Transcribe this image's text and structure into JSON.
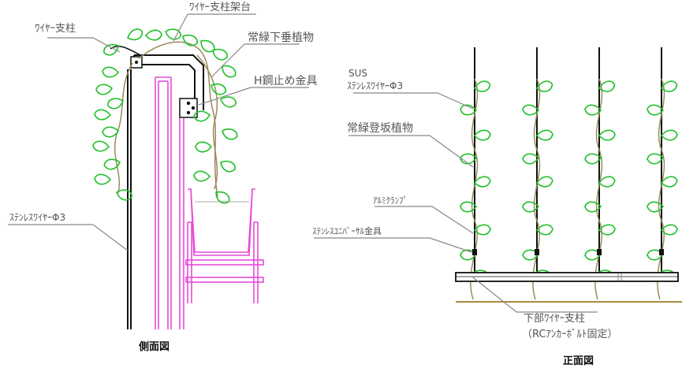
{
  "colors": {
    "leaf": "#22c02a",
    "vine": "#9a8a5a",
    "post": "#111111",
    "steel": "#e64bd8",
    "ground": "#a88a3a",
    "leader": "#888888",
    "label": "#555555"
  },
  "side_view": {
    "labels": {
      "wire_post": "ﾜｲﾔｰ支柱",
      "wire_post_frame": "ﾜｲﾔｰ支柱架台",
      "evergreen_hanging": "常緑下垂植物",
      "h_steel_bracket": "H鋼止め金具",
      "stainless_wire": "ｽﾃﾝﾚｽﾜｲﾔｰΦ3"
    },
    "caption": "側面図"
  },
  "front_view": {
    "labels": {
      "sus": "SUS",
      "stainless_wire": "ｽﾃﾝﾚｽﾜｲﾔｰΦ3",
      "evergreen_climbing": "常緑登坂植物",
      "aluminum_clamp": "ｱﾙﾐｸﾗﾝﾌﾟ",
      "universal_fitting": "ｽﾃﾝﾚｽﾕﾆﾊﾞｰｻﾙ金具",
      "lower_wire_post": "下部ﾜｲﾔｰ支柱",
      "anchor_note": "（RCｱﾝｶｰﾎﾞﾙﾄ固定）"
    },
    "caption": "正面図"
  }
}
